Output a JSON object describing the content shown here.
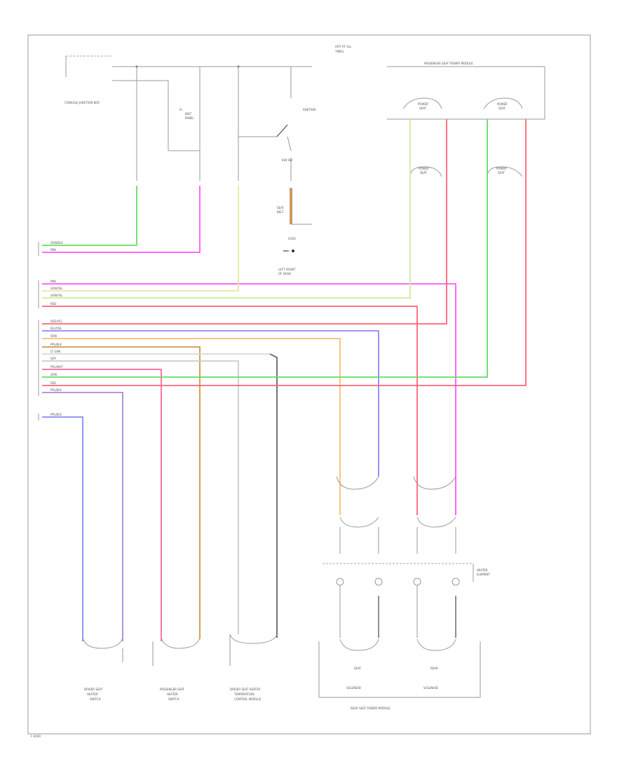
{
  "page": {
    "corner_label": "F-0000"
  },
  "colors": {
    "green": "#66dd66",
    "pink": "#ff55ff",
    "yellow": "#e8e8a0",
    "red": "#ff6677",
    "blue": "#8888ff",
    "orange": "#ffbb77",
    "brown": "#cc9944",
    "light_gray": "#d8d8d8",
    "black": "#555555"
  },
  "labels": {
    "top_center": [
      "HOT AT ALL",
      "TIMES"
    ],
    "left_top": "CONSOLE JUNCTION BOX",
    "fuse_left": [
      "FL",
      "INST",
      "PANEL"
    ],
    "switch_label": "IGNITION",
    "ign_label": "IGN SW",
    "batt_label": [
      "SEAT",
      "BELT"
    ],
    "ground_label": "G200",
    "ground_caption": [
      "LEFT FRONT",
      "OF DASH"
    ],
    "passenger_box": "PASSENGER SEAT POWER MODULE",
    "conn_left": [
      "POWER",
      "SEAT"
    ],
    "conn_right": [
      "POWER",
      "SEAT"
    ],
    "conn_mid_left": [
      "POWER",
      "SEAT"
    ],
    "conn_mid_right": [
      "POWER",
      "SEAT"
    ],
    "rear_box": "REAR SEAT POWER MODULE",
    "rear_heater": [
      "HEATER",
      "ELEMENT"
    ],
    "mod1": [
      "DRIVER SEAT",
      "HEATER",
      "SWITCH"
    ],
    "mod2": [
      "PASSENGER SEAT",
      "HEATER",
      "SWITCH"
    ],
    "mod3": [
      "DRIVER SEAT HEATER",
      "TEMPERATURE",
      "CONTROL MODULE"
    ],
    "solenoid": [
      "SOLENOID",
      "SOLENOID"
    ],
    "seat_bottom": [
      "SEAT",
      "REAR"
    ]
  },
  "wire_labels": [
    "GRN/BLK",
    "PNK",
    "PNK",
    "GRN/YEL",
    "GRN/YEL",
    "RED",
    "RED/YEL",
    "BLU/YEL",
    "ORN",
    "PPL/BLK",
    "LT GRN",
    "GRY",
    "PPL/WHT",
    "GRN",
    "RED",
    "PPL/BLK",
    "PPL/BLK"
  ]
}
